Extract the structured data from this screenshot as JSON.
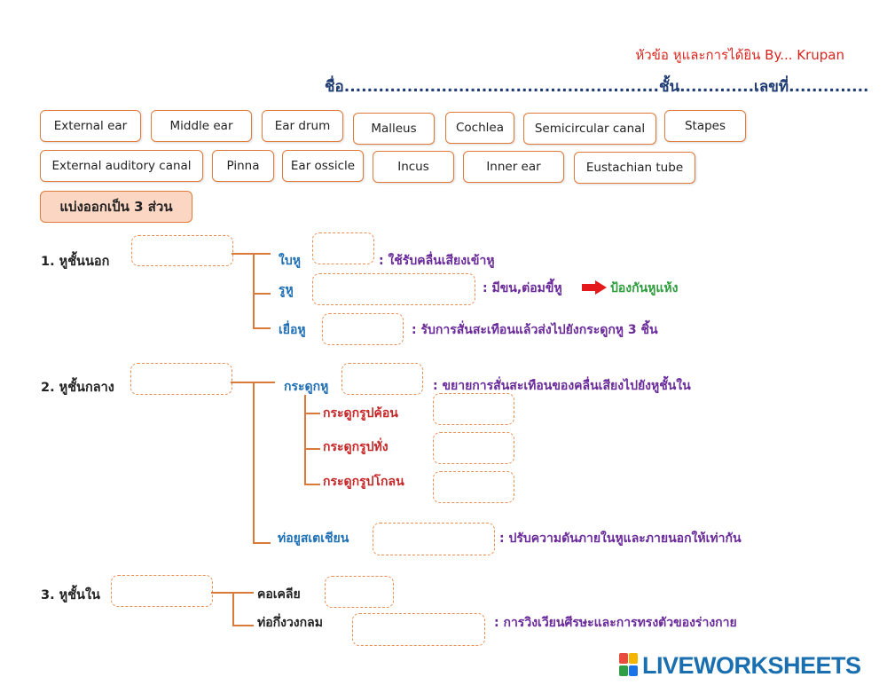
{
  "header": {
    "title": "หัวข้อ หูและการได้ยิน By... Krupan",
    "name_line": "ชื่อ.......................................................ชั้น.............เลขที่.............."
  },
  "word_bank": [
    "External ear",
    "Middle ear",
    "Ear drum",
    "Malleus",
    "Cochlea",
    "Semicircular canal",
    "Stapes",
    "External auditory canal",
    "Pinna",
    "Ear ossicle",
    "Incus",
    "Inner ear",
    "Eustachian tube"
  ],
  "section_header": "แบ่งออกเป็น 3 ส่วน",
  "outer": {
    "label": "1.  หูชั้นนอก",
    "pinna": "ใบหู",
    "pinna_desc": ": ใช้รับคลื่นเสียงเข้าหู",
    "canal": "รูหู",
    "canal_desc": ": มีขน,ต่อมขี้หู",
    "canal_result": "ป้องกันหูแห้ง",
    "drum": "เยื่อหู",
    "drum_desc": ": รับการสั่นสะเทือนแล้วส่งไปยังกระดูกหู 3 ชิ้น"
  },
  "middle": {
    "label": "2.  หูชั้นกลาง",
    "ossicle": "กระดูกหู",
    "ossicle_desc": ": ขยายการสั่นสะเทือนของคลื่นเสียงไปยังหูชั้นใน",
    "malleus": "กระดูกรูปค้อน",
    "incus": "กระดูกรูปทั่ง",
    "stapes": "กระดูกรูปโกลน",
    "eustachian": "ท่อยูสเตเชียน",
    "eustachian_desc": ": ปรับความดันภายในหูและภายนอกให้เท่ากัน"
  },
  "inner": {
    "label": "3.  หูชั้นใน",
    "cochlea": "คอเคลีย",
    "semicircular": "ท่อกึ่งวงกลม",
    "semicircular_desc": ": การวิงเวียนศีรษะและการทรงตัวของร่างกาย"
  },
  "logo": {
    "text": "LIVEWORKSHEETS"
  },
  "colors": {
    "accent": "#e07b39",
    "title_red": "#d9251d",
    "name_blue": "#1f3b73",
    "label_blue": "#1f6fb5",
    "label_red": "#c62828",
    "desc_purple": "#6a2a9a",
    "green": "#2e9e3c"
  }
}
